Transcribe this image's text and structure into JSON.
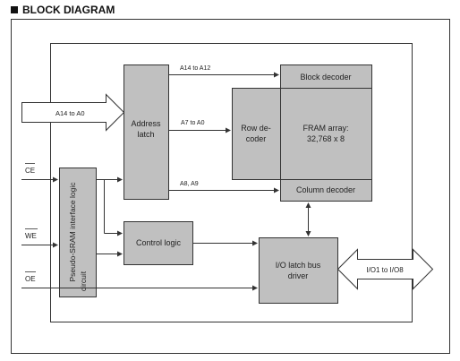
{
  "title": "BLOCK DIAGRAM",
  "colors": {
    "block_fill": "#c0c0c0",
    "stroke": "#333333",
    "background": "#ffffff"
  },
  "blocks": {
    "address_latch": [
      "Address",
      "latch"
    ],
    "block_decoder": "Block decoder",
    "row_decoder": [
      "Row de-",
      "coder"
    ],
    "fram_array": [
      "FRAM array:",
      "32,768 x 8"
    ],
    "column_decoder": "Column decoder",
    "pseudo_sram": [
      "Pseudo-SRAM interface logic",
      "circuit"
    ],
    "control_logic": "Control logic",
    "io_latch": [
      "I/O latch bus",
      "driver"
    ]
  },
  "signals": {
    "address_in": "A14 to A0",
    "a14_a12": "A14 to A12",
    "a7_a0": "A7 to A0",
    "a8_a9": "A8, A9",
    "ce": "CE",
    "we": "WE",
    "oe": "OE",
    "io": "I/O1 to I/O8"
  }
}
